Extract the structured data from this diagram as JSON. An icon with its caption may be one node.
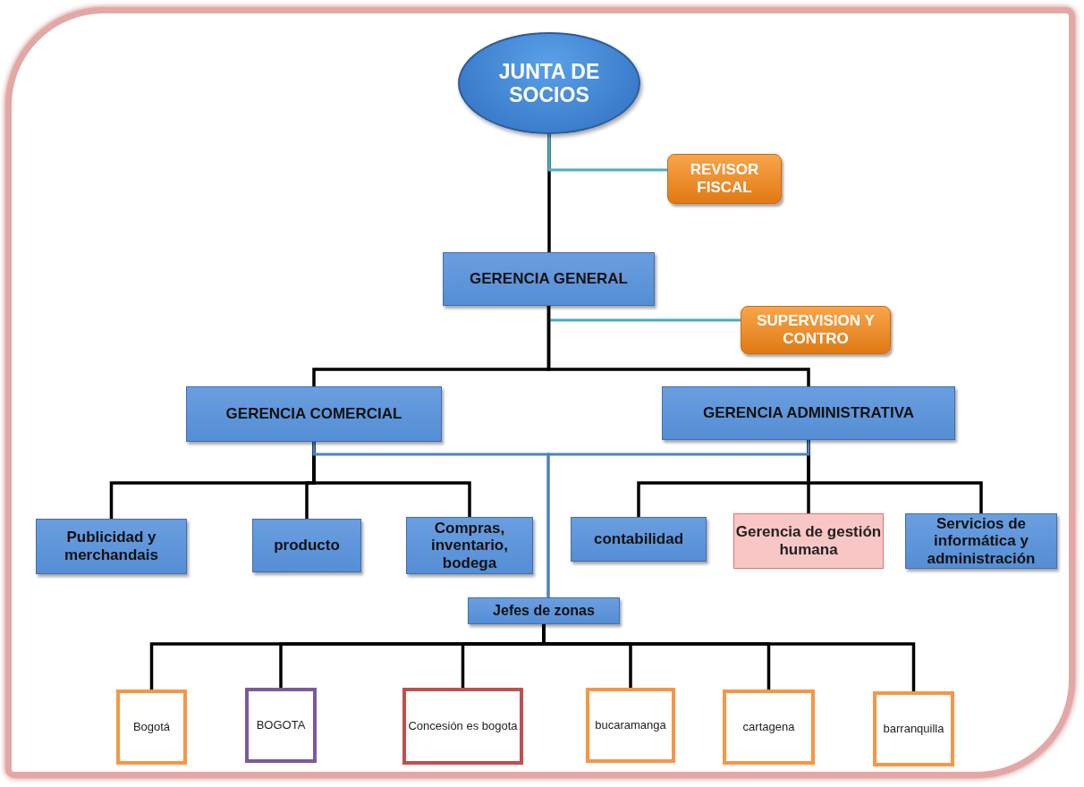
{
  "diagram": {
    "nodes": [
      {
        "text": [
          "JUNTA DE SOCIOS"
        ]
      },
      {
        "text": [
          "REVISOR FISCAL"
        ]
      },
      {
        "text": [
          "GERENCIA GENERAL"
        ]
      },
      {
        "text": [
          "SUPERVISION Y CONTRO"
        ]
      },
      {
        "text": [
          "GERENCIA COMERCIAL"
        ]
      },
      {
        "text": [
          "GERENCIA ADMINISTRATIVA"
        ]
      },
      {
        "text": [
          "Publicidad y merchandais"
        ]
      },
      {
        "text": [
          "producto"
        ]
      },
      {
        "text": [
          "Compras, inventario, bodega"
        ]
      },
      {
        "text": [
          "contabilidad"
        ]
      },
      {
        "text": [
          "Gerencia de gestión humana"
        ]
      },
      {
        "text": [
          "Servicios de informática y administración"
        ]
      },
      {
        "text": [
          "Jefes de zonas"
        ]
      },
      {
        "text": [
          "Bogotá"
        ]
      },
      {
        "text": [
          "BOGOTA"
        ]
      },
      {
        "text": [
          "Concesión es bogota"
        ]
      },
      {
        "text": [
          "bucaramanga"
        ]
      },
      {
        "text": [
          "cartagena"
        ]
      },
      {
        "text": [
          "barranquilla"
        ]
      }
    ],
    "edges": [
      {
        "from": 0,
        "to": 2,
        "arrow": "none"
      },
      {
        "from": 0,
        "to": 1,
        "arrow": "none",
        "color": "#4bacc6"
      },
      {
        "from": 2,
        "to": 3,
        "arrow": "none",
        "color": "#4bacc6"
      },
      {
        "from": 2,
        "to": 4,
        "arrow": "none"
      },
      {
        "from": 2,
        "to": 5,
        "arrow": "none"
      },
      {
        "from": 4,
        "to": 6,
        "arrow": "none"
      },
      {
        "from": 4,
        "to": 7,
        "arrow": "none"
      },
      {
        "from": 4,
        "to": 8,
        "arrow": "none"
      },
      {
        "from": 5,
        "to": 9,
        "arrow": "none"
      },
      {
        "from": 5,
        "to": 10,
        "arrow": "none"
      },
      {
        "from": 5,
        "to": 11,
        "arrow": "none"
      },
      {
        "from": 4,
        "to": 12,
        "arrow": "none",
        "color": "#4f81bd"
      },
      {
        "from": 5,
        "to": 12,
        "arrow": "none",
        "color": "#4f81bd"
      },
      {
        "from": 12,
        "to": 13,
        "arrow": "none"
      },
      {
        "from": 12,
        "to": 14,
        "arrow": "none"
      },
      {
        "from": 12,
        "to": 15,
        "arrow": "none"
      },
      {
        "from": 12,
        "to": 16,
        "arrow": "none"
      },
      {
        "from": 12,
        "to": 17,
        "arrow": "none"
      },
      {
        "from": 12,
        "to": 18,
        "arrow": "none"
      }
    ]
  }
}
